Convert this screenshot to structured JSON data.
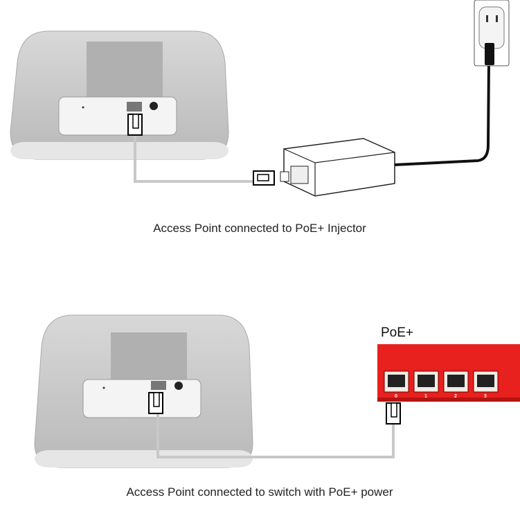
{
  "diagram1": {
    "caption": "Access Point connected to PoE+ Injector"
  },
  "diagram2": {
    "caption": "Access Point connected to switch with PoE+ power",
    "switch_label": "PoE+",
    "port_numbers": [
      "0",
      "1",
      "2",
      "3"
    ]
  },
  "colors": {
    "switch": "#e8201e",
    "cable": "#c8c8c8",
    "power_cord": "#111111",
    "ap_body": "#c9c9c9"
  }
}
